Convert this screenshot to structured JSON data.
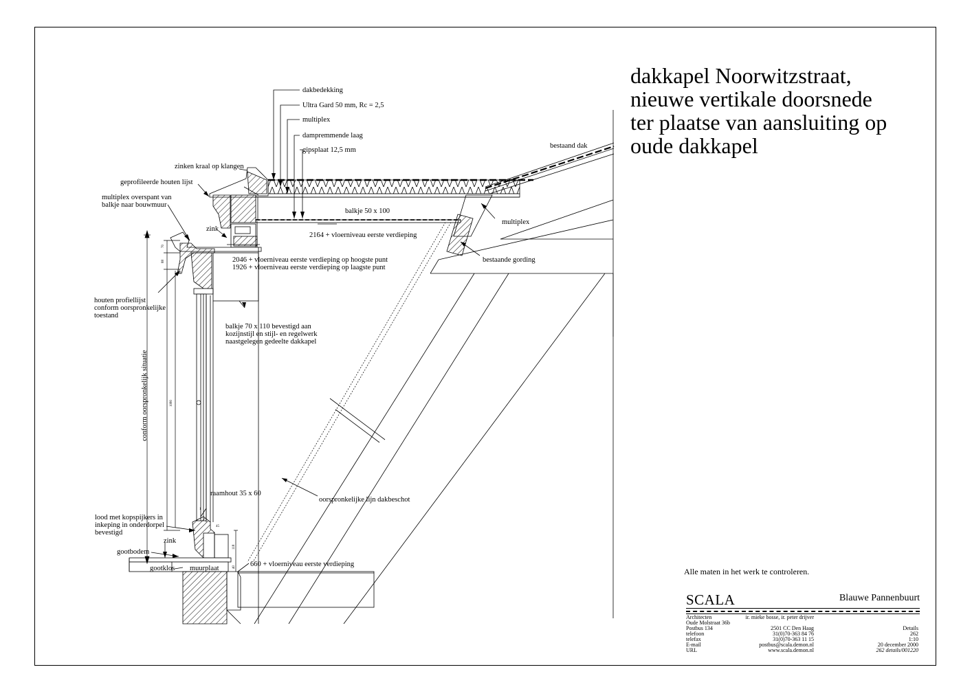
{
  "title_lines": [
    "dakkapel Noorwitzstraat,",
    "nieuwe vertikale doorsnede",
    "ter plaatse van aansluiting op",
    "oude dakkapel"
  ],
  "labels": {
    "dakbedekking": "dakbedekking",
    "ultra_gard": "Ultra Gard 50 mm, Rc = 2,5",
    "multiplex_top": "multiplex",
    "dampremmende": "dampremmende laag",
    "gipsplaat": "gipsplaat 12,5 mm",
    "bestaand_dak": "bestaand dak",
    "zinken_kraal": "zinken kraal op klangen",
    "geprofileerde": "geprofileerde houten lijst",
    "multiplex_overspant_1": "multiplex overspant van",
    "multiplex_overspant_2": "balkje naar bouwmuur",
    "zink_top": "zink",
    "balkje_50": "balkje 50 x 100",
    "multiplex_right": "multiplex",
    "level_2164": "2164 + vloerniveau eerste verdieping",
    "bestaande_gording": "bestaande gording",
    "level_2046": "2046 + vloerniveau eerste verdieping op hoogste punt",
    "level_1926": "1926 + vloerniveau eerste verdieping op laagste punt",
    "houten_profiel_1": "houten profiellijst",
    "houten_profiel_2": "conform oorspronkelijke",
    "houten_profiel_3": "toestand",
    "balkje_70_1": "balkje 70 x 110 bevestigd aan",
    "balkje_70_2": "kozijnstijl en stijl- en regelwerk",
    "balkje_70_3": "naastgelegen gedeelte dakkapel",
    "conform_vertical": "conform oorspronkelijk situatie",
    "oorspronkelijke_lijn": "oorspronkelijke lijn dakbeschot",
    "raamhout": "raamhout 35 x 60",
    "lood_1": "lood met kopspijkers in",
    "lood_2": "inkeping in onderdorpel",
    "lood_3": "bevestigd",
    "zink_bottom": "zink",
    "gootbodem": "gootbodem",
    "gootklos": "gootklos",
    "muurplaat": "muurplaat",
    "level_660": "660 + vloerniveau eerste verdieping"
  },
  "dimensions": {
    "d70": "70",
    "d88": "88",
    "d40a": "40",
    "d1080": "1080",
    "d45": "45",
    "d1": "1",
    "d118": "118",
    "d40b": "40"
  },
  "note": "Alle maten in het werk te controleren.",
  "titleblock": {
    "firm": "SCALA",
    "project": "Blauwe Pannenbuurt",
    "col1": [
      "Architecten",
      "Oude Molstraat 36b",
      "Postbus 134",
      "telefoon",
      "telefax",
      "E-mail",
      "URL"
    ],
    "col2": [
      "ir. mieke bosse, ir. peter drijver",
      "",
      "2501 CC Den Haag",
      "31(0)70-363 84 76",
      "31(0)70-363 11 15",
      "postbus@scala.demon.nl",
      "www.scala.demon.nl"
    ],
    "col3": [
      "",
      "",
      "Details",
      "262",
      "1:10",
      "20 december 2000",
      "262 details/001220"
    ]
  }
}
